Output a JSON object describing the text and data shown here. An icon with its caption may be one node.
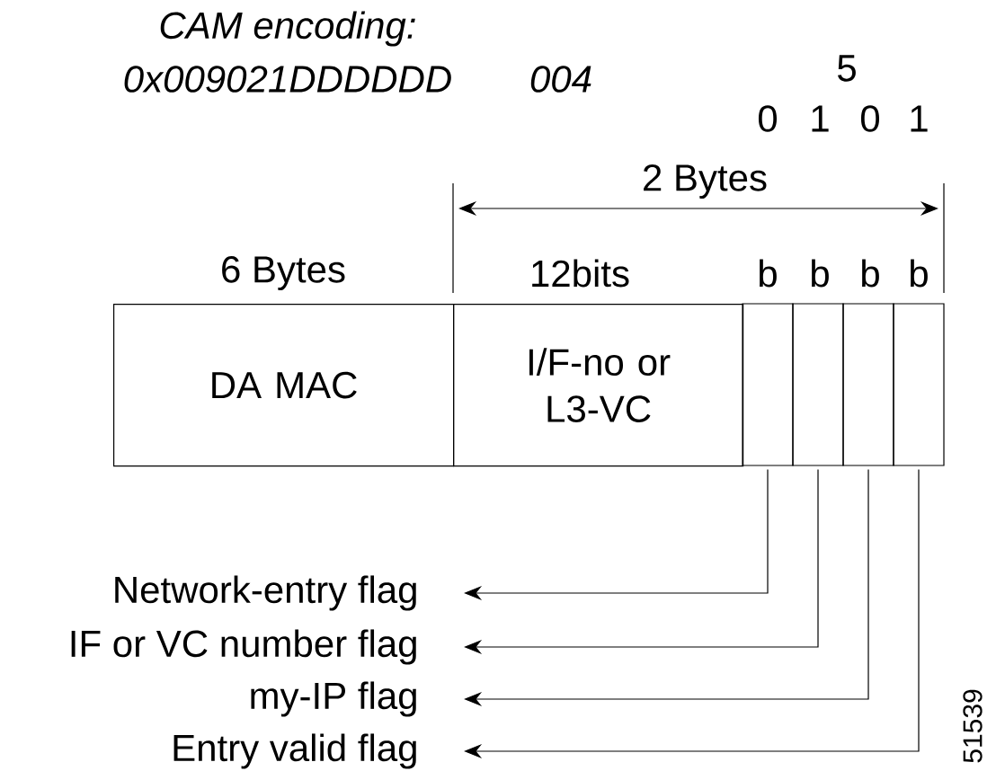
{
  "diagram": {
    "nodes": [
      {
        "text": [
          "DA MAC"
        ],
        "beside": [
          "6 Bytes"
        ]
      },
      {
        "text": [
          "I/F-no or L3-VC"
        ],
        "beside": [
          "12bits"
        ]
      },
      {
        "text": [],
        "shape": "box"
      },
      {
        "text": [],
        "shape": "box"
      },
      {
        "text": [],
        "shape": "box"
      },
      {
        "text": [],
        "shape": "box"
      },
      {
        "text": [
          "Network-entry flag"
        ]
      },
      {
        "text": [
          "IF or VC number flag"
        ]
      },
      {
        "text": [
          "my-IP flag"
        ]
      },
      {
        "text": [
          "Entry valid flag"
        ]
      }
    ],
    "edges": [
      {
        "from": 2,
        "to": 6,
        "arrow": "to"
      },
      {
        "from": 3,
        "to": 7,
        "arrow": "to"
      },
      {
        "from": 4,
        "to": 8,
        "arrow": "to"
      },
      {
        "from": 5,
        "to": 9,
        "arrow": "to"
      }
    ],
    "labels": [
      "CAM encoding:",
      "0x009021DDDDDD",
      "004",
      "5",
      "0",
      "1",
      "0",
      "1",
      "2 Bytes",
      "b",
      "b",
      "b",
      "b",
      "51539"
    ]
  }
}
